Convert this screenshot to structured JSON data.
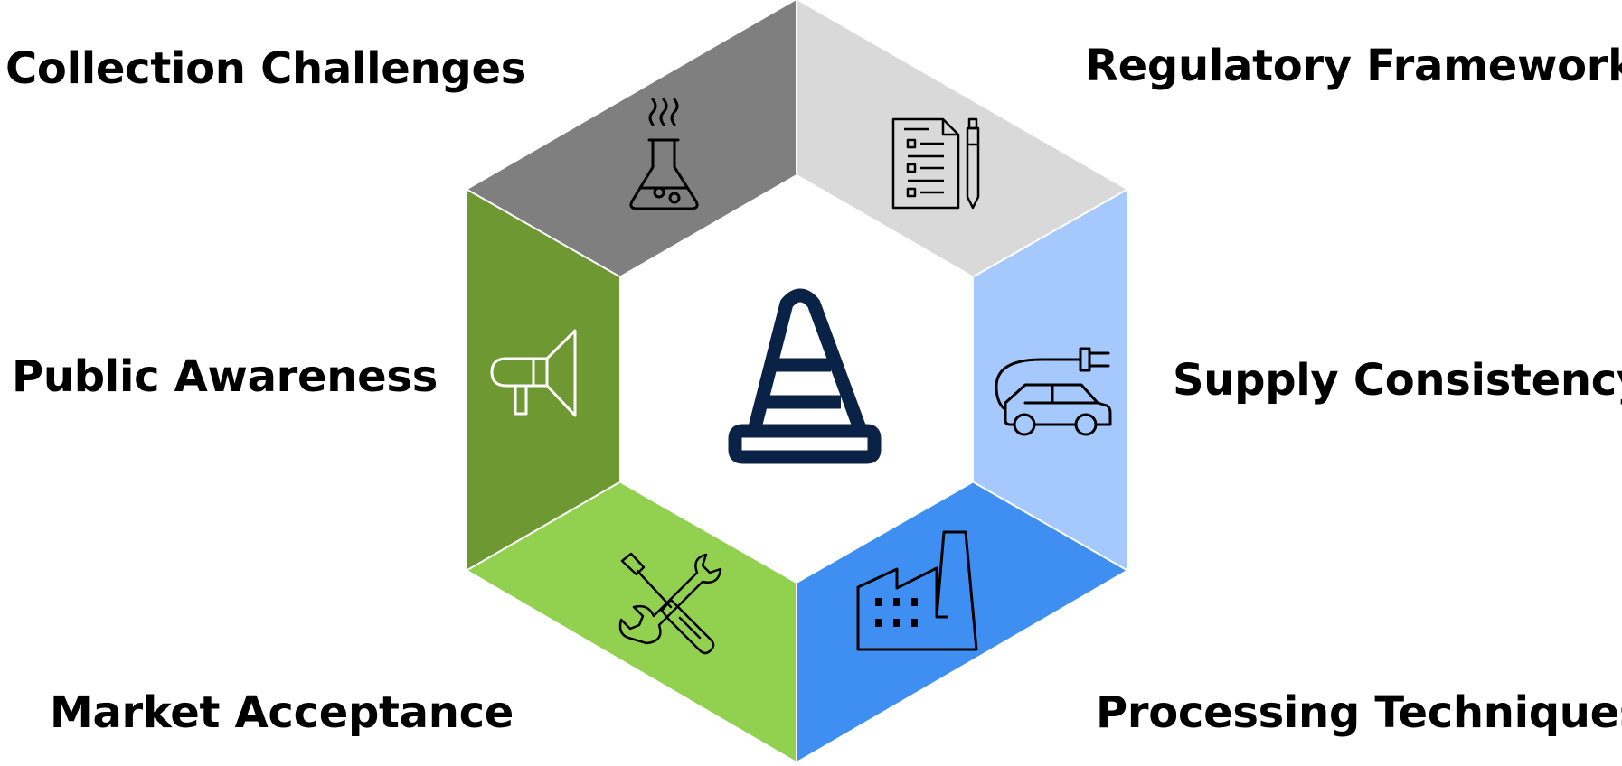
{
  "segments": [
    {
      "id": "collection",
      "label": "Collection Challenges",
      "color": "#7f7f7f",
      "icon": "flask-icon"
    },
    {
      "id": "regulatory",
      "label": "Regulatory Framework",
      "color": "#d9d9d9",
      "icon": "document-pen-icon"
    },
    {
      "id": "supply",
      "label": "Supply Consistency",
      "color": "#a6c9fd",
      "icon": "electric-car-icon"
    },
    {
      "id": "processing",
      "label": "Processing Techniques",
      "color": "#3f8ff2",
      "icon": "factory-icon"
    },
    {
      "id": "market",
      "label": "Market Acceptance",
      "color": "#92d050",
      "icon": "tools-icon"
    },
    {
      "id": "public",
      "label": "Public Awareness",
      "color": "#6e9832",
      "icon": "megaphone-icon"
    }
  ],
  "center": {
    "icon": "traffic-cone-icon",
    "color": "#0b2247"
  }
}
